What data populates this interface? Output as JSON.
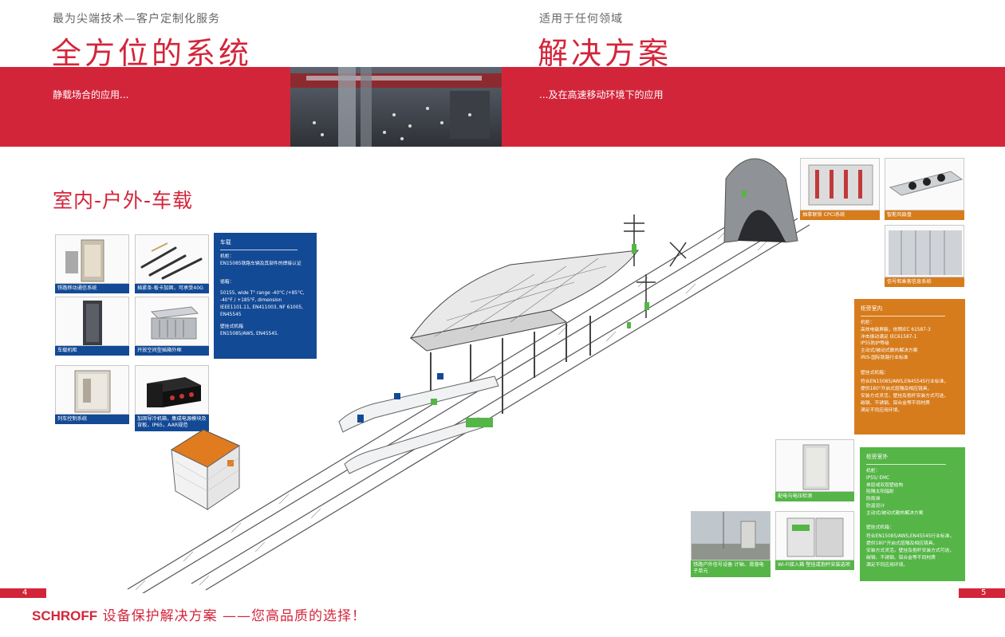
{
  "left_page": {
    "kicker": "最为尖端技术—客户定制化服务",
    "title": "全方位的系统",
    "band_text": "静载场合的应用...",
    "section_title": "室内-户外-车载",
    "products": [
      {
        "caption": "铁路移动通信系统"
      },
      {
        "caption": "插紧条-板卡加固，可承受40G"
      },
      {
        "caption": "车载机柜"
      },
      {
        "caption": "开放空间型插箱外框"
      },
      {
        "caption": "列车控制系统"
      },
      {
        "caption": "加固导冷机箱，集成电源模块及背板，IP65，AAR规范"
      }
    ],
    "vehicle_panel": {
      "heading": "车载",
      "cabinet_heading": "机柜：",
      "cabinet_text": "EN15085铁路车辆及其部件的焊接认证",
      "chassis_heading": "插箱：",
      "chassis_text": "50155, wide T° range -40°C /+85°C, -40°F / +185°F, dimension IEEE1101.11, EN411003, NF 61005, EN45545",
      "wall_heading": "壁挂式机箱",
      "wall_text": "EN15085/AWS, EN45545."
    },
    "page_number": "4"
  },
  "right_page": {
    "kicker": "适用于任何领域",
    "title": "解决方案",
    "band_text": "...及在高速移动环境下的应用",
    "products_top": [
      {
        "caption": "抽拿联锁 CPCI系统"
      },
      {
        "caption": "智能风扇盘"
      },
      {
        "caption": "信号和乘客信息系统"
      }
    ],
    "indoor_panel": {
      "heading": "柜旁室内",
      "cabinet_heading": "机柜：",
      "cabinet_lines": [
        "高效电磁屏蔽，依照IEC 61587-3",
        "冲击振动满足 IEC61587-1",
        "IP55防护等级",
        "主动式/被动式散热解决方案",
        "IRIS-国际铁路行业标准"
      ],
      "wall_heading": "壁挂式机箱：",
      "wall_lines": [
        "符合EN15085/AWS,EN45545行业标准，",
        "提供180°开启式层隔及相应镜具，",
        "安装方式灵活，壁挂及抱杆安装方式可选，",
        "碳钢、不锈钢、铝合金等不同材质",
        "满足不同应用环境。"
      ]
    },
    "products_bottom": [
      {
        "caption": "配电与电压检测"
      },
      {
        "caption": "铁路户外信号设备 计轴、滑溜电子单元"
      },
      {
        "caption": "Wi-Fi接入箱 壁挂或抱杆安装选项"
      }
    ],
    "outdoor_panel": {
      "heading": "柜旁室外",
      "cabinet_heading": "机柜：",
      "cabinet_lines": [
        "IP55/ EMC",
        "单层或双层壁结构",
        "阻隔太阳辐射",
        "防雨淋",
        "防盗设计",
        "主动式/被动式散热解决方案"
      ],
      "wall_heading": "壁挂式机箱：",
      "wall_lines": [
        "符合EN15085/AWS,EN45545行业标准，",
        "提供180°开启式层隔及相应镜具，",
        "安装方式灵活，壁挂及抱杆安装方式可选，",
        "碳钢、不锈钢、铝合金等不同材质",
        "满足不同应用环境。"
      ]
    },
    "page_number": "5"
  },
  "footer": {
    "brand": "SCHROFF",
    "slogan": "设备保护解决方案 ——您高品质的选择！"
  },
  "colors": {
    "brand_red": "#d3253a",
    "vehicle_blue": "#134a96",
    "indoor_orange": "#d77c1c",
    "outdoor_green": "#55b547"
  }
}
